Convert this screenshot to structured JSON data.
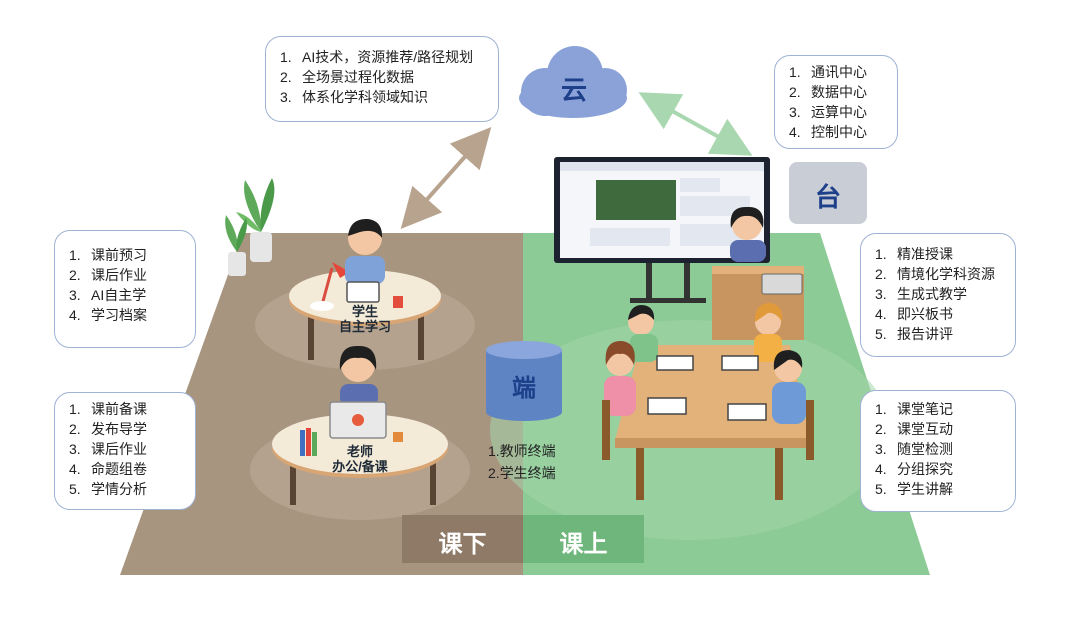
{
  "cloud": {
    "label": "云",
    "items": [
      "AI技术，资源推荐/路径规划",
      "全场景过程化数据",
      "体系化学科领域知识"
    ]
  },
  "platform": {
    "label": "台",
    "items": [
      "通讯中心",
      "数据中心",
      "运算中心",
      "控制中心"
    ]
  },
  "terminal": {
    "label": "端",
    "items": [
      "教师终端",
      "学生终端"
    ]
  },
  "student_self_study": {
    "label_line1": "学生",
    "label_line2": "自主学习",
    "items": [
      "课前预习",
      "课后作业",
      "AI自主学",
      "学习档案"
    ]
  },
  "teacher_office": {
    "label_line1": "老师",
    "label_line2": "办公/备课",
    "items": [
      "课前备课",
      "发布导学",
      "课后作业",
      "命题组卷",
      "学情分析"
    ]
  },
  "teaching": {
    "items": [
      "精准授课",
      "情境化学科资源",
      "生成式教学",
      "即兴板书",
      "报告讲评"
    ]
  },
  "classroom": {
    "items": [
      "课堂笔记",
      "课堂互动",
      "随堂检测",
      "分组探究",
      "学生讲解"
    ]
  },
  "zones": {
    "after_class": "课下",
    "in_class": "课上"
  },
  "colors": {
    "after_class_floor": "#a89580",
    "in_class_floor": "#8cca96",
    "cloud": "#8aa2d8",
    "terminal": "#5f84c4",
    "box_border": "#9fb2d4"
  }
}
